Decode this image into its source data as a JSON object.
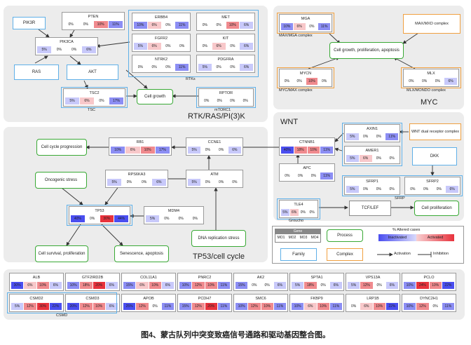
{
  "panels": {
    "rtk": "RTK/RAS/PI(3)K",
    "myc": "MYC",
    "wnt": "WNT",
    "tp53": "TP53/cell cycle"
  },
  "rtk": {
    "pik3r": "PIK3R",
    "pten": {
      "name": "PTEN",
      "v": [
        "0%",
        "0%",
        "10%",
        "11%"
      ]
    },
    "pik3ca": {
      "name": "PIK3CA",
      "v": [
        "5%",
        "0%",
        "0%",
        "6%"
      ]
    },
    "ras": "RAS",
    "akt": "AKT",
    "tsc2": {
      "name": "TSC2",
      "v": [
        "5%",
        "6%",
        "0%",
        "17%"
      ]
    },
    "tsc_label": "TSC",
    "cell_growth": "Cell growth",
    "rptor": {
      "name": "RPTOR",
      "v": [
        "0%",
        "0%",
        "0%",
        "0%"
      ]
    },
    "mtorc1_label": "mTORC1",
    "erbb4": {
      "name": "ERBB4",
      "v": [
        "10%",
        "6%",
        "0%",
        "11%"
      ]
    },
    "met": {
      "name": "MET",
      "v": [
        "0%",
        "0%",
        "10%",
        "6%"
      ]
    },
    "fgfr2": {
      "name": "FGFR2",
      "v": [
        "5%",
        "6%",
        "0%",
        "0%"
      ]
    },
    "kit": {
      "name": "KIT",
      "v": [
        "0%",
        "6%",
        "0%",
        "6%"
      ]
    },
    "ntrk2": {
      "name": "NTRK2",
      "v": [
        "0%",
        "0%",
        "0%",
        "11%"
      ]
    },
    "pdgfra": {
      "name": "PDGFRA",
      "v": [
        "5%",
        "0%",
        "0%",
        "6%"
      ]
    },
    "rtks_label": "RTKs"
  },
  "myc": {
    "mga": {
      "name": "MGA",
      "v": [
        "10%",
        "6%",
        "0%",
        "11%"
      ]
    },
    "mga_label": "MAX/MGA complex",
    "maxmxd": "MAX/MXD complex",
    "process": "Cell growth, proliferation, apoptosis",
    "mycn": {
      "name": "MYCN",
      "v": [
        "0%",
        "0%",
        "10%",
        "0%"
      ]
    },
    "mycn_label": "MYC/MAX complex",
    "mlx": {
      "name": "MLX",
      "v": [
        "0%",
        "0%",
        "0%",
        "6%"
      ]
    },
    "mlx_label": "MLX/MONDO complex"
  },
  "wnt": {
    "ctnnb1": {
      "name": "CTNNB1",
      "v": [
        "40%",
        "18%",
        "10%",
        "11%"
      ]
    },
    "axin1": {
      "name": "AXIN1",
      "v": [
        "5%",
        "0%",
        "0%",
        "11%"
      ]
    },
    "amer1": {
      "name": "AMER1",
      "v": [
        "5%",
        "6%",
        "0%",
        "0%"
      ]
    },
    "apc": {
      "name": "APC",
      "v": [
        "0%",
        "0%",
        "0%",
        "11%"
      ]
    },
    "wnt_dual": "WNT dual receptor complex",
    "dkk": "DKK",
    "sfrp1": {
      "name": "SFRP1",
      "v": [
        "5%",
        "0%",
        "0%",
        "0%"
      ]
    },
    "sfrp2": {
      "name": "SFRP2",
      "v": [
        "0%",
        "0%",
        "0%",
        "6%"
      ]
    },
    "sfrp_label": "SFRP",
    "tle4": {
      "name": "TLE4",
      "v": [
        "5%",
        "6%",
        "0%",
        "0%"
      ]
    },
    "groucho": "Groucho",
    "tcf": "TCF/LEF",
    "cell_prolif": "Cell proliferation"
  },
  "tp53": {
    "cell_cycle": "Cell cycle progression",
    "rb1": {
      "name": "RB1",
      "v": [
        "10%",
        "6%",
        "10%",
        "17%"
      ]
    },
    "ccne1": {
      "name": "CCNE1",
      "v": [
        "5%",
        "0%",
        "0%",
        "6%"
      ]
    },
    "oncogenic": "Oncogenic stress",
    "rps6ka3": {
      "name": "RPS6KA3",
      "v": [
        "5%",
        "0%",
        "0%",
        "6%"
      ]
    },
    "atm": {
      "name": "ATM",
      "v": [
        "5%",
        "0%",
        "0%",
        "0%"
      ]
    },
    "tp53": {
      "name": "TP53",
      "v": [
        "40%",
        "0%",
        "30%",
        "44%"
      ]
    },
    "mdm4": {
      "name": "MDM4",
      "v": [
        "5%",
        "0%",
        "0%",
        "0%"
      ]
    },
    "dna": "DNA replication stress",
    "survival": "Cell survival, proliferation",
    "senescence": "Senescence, apoptosis"
  },
  "legend": {
    "gene": "Gene",
    "mo": [
      "MO1",
      "MO2",
      "MO3",
      "MO4"
    ],
    "process": "Process",
    "family": "Family",
    "complex": "Complex",
    "altered": "% Altered cases",
    "inactivated": "Inactivated",
    "activated": "Activated",
    "activation": "Activation",
    "inhibition": "Inhibition"
  },
  "bottom": {
    "genes": [
      {
        "name": "ALB",
        "v": [
          "30%",
          "6%",
          "10%",
          "6%"
        ]
      },
      {
        "name": "GTF2IRD2B",
        "v": [
          "10%",
          "18%",
          "20%",
          "6%"
        ]
      },
      {
        "name": "COL11A1",
        "v": [
          "15%",
          "6%",
          "10%",
          "6%"
        ]
      },
      {
        "name": "PNRC2",
        "v": [
          "10%",
          "12%",
          "10%",
          "11%"
        ]
      },
      {
        "name": "AK2",
        "v": [
          "15%",
          "0%",
          "0%",
          "6%"
        ]
      },
      {
        "name": "SPTA1",
        "v": [
          "5%",
          "18%",
          "0%",
          "6%"
        ]
      },
      {
        "name": "VPS13A",
        "v": [
          "5%",
          "12%",
          "0%",
          "6%"
        ]
      },
      {
        "name": "PCLO",
        "v": [
          "10%",
          "24%",
          "10%",
          "22%"
        ]
      },
      {
        "name": "CSMD2",
        "v": [
          "5%",
          "12%",
          "30%",
          "22%"
        ]
      },
      {
        "name": "CSMD3",
        "v": [
          "20%",
          "12%",
          "10%",
          "6%"
        ]
      },
      {
        "name": "APOB",
        "v": [
          "25%",
          "12%",
          "0%",
          "11%"
        ]
      },
      {
        "name": "PCDH7",
        "v": [
          "15%",
          "12%",
          "20%",
          "11%"
        ]
      },
      {
        "name": "SMC6",
        "v": [
          "10%",
          "12%",
          "10%",
          "11%"
        ]
      },
      {
        "name": "FKBP9",
        "v": [
          "10%",
          "6%",
          "10%",
          "11%"
        ]
      },
      {
        "name": "LRP1B",
        "v": [
          "0%",
          "6%",
          "10%",
          "22%"
        ]
      },
      {
        "name": "DYNC2H1",
        "v": [
          "10%",
          "12%",
          "0%",
          "11%"
        ]
      }
    ],
    "csmd_label": "CSMD"
  },
  "caption": "图4、蒙古队列中突变致癌信号通路和驱动基因整合图。",
  "colors": {
    "inact_strong": "#4a4ef0",
    "inact_mid": "#8c8ef4",
    "inact_light": "#c8c9fa",
    "act_strong": "#e8323c",
    "act_mid": "#f08a8e",
    "act_light": "#f8c8ca",
    "zero": "#ffffff",
    "process_border": "#39a935",
    "family_border": "#5fb0e8",
    "complex_border": "#f0a040"
  }
}
